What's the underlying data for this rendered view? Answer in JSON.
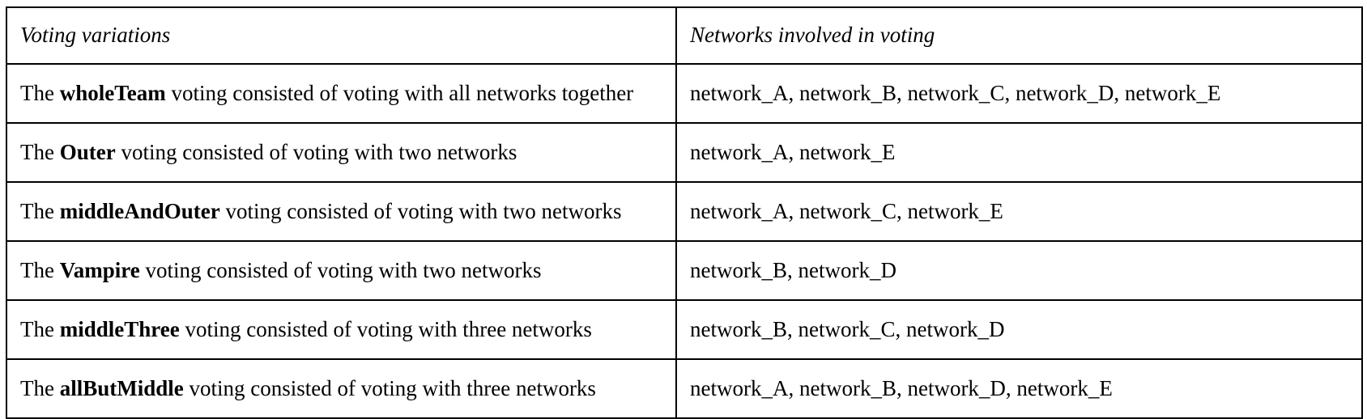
{
  "table": {
    "caption": "",
    "columns": [
      {
        "key": "variation",
        "header": "Voting variations"
      },
      {
        "key": "networks",
        "header": "Networks involved in voting"
      }
    ],
    "rows": [
      {
        "prefix": "The ",
        "name": "wholeTeam",
        "suffix": " voting consisted of voting with all networks together",
        "variation_full": "The wholeTeam voting consisted of voting with all networks together",
        "networks": "network_A, network_B, network_C, network_D, network_E"
      },
      {
        "prefix": "The ",
        "name": "Outer",
        "suffix": " voting consisted of voting with two networks",
        "variation_full": "The Outer voting consisted of voting with two networks",
        "networks": "network_A, network_E"
      },
      {
        "prefix": "The ",
        "name": "middleAndOuter",
        "suffix": " voting consisted of voting with two networks",
        "variation_full": "The middleAndOuter voting consisted of voting with two networks",
        "networks": "network_A, network_C, network_E"
      },
      {
        "prefix": "The ",
        "name": "Vampire",
        "suffix": " voting consisted of voting with two networks",
        "variation_full": "The Vampire voting consisted of voting with two networks",
        "networks": "network_B, network_D"
      },
      {
        "prefix": "The ",
        "name": "middleThree",
        "suffix": " voting consisted of voting with three networks",
        "variation_full": "The middleThree voting consisted of voting with three networks",
        "networks": "network_B, network_C, network_D"
      },
      {
        "prefix": "The ",
        "name": "allButMiddle",
        "suffix": " voting consisted of voting with three networks",
        "variation_full": "The allButMiddle voting consisted of voting with three networks",
        "networks": "network_A, network_B, network_D, network_E"
      }
    ]
  },
  "style": {
    "border_color": "#000000",
    "text_color": "#000000",
    "background": "#ffffff"
  }
}
